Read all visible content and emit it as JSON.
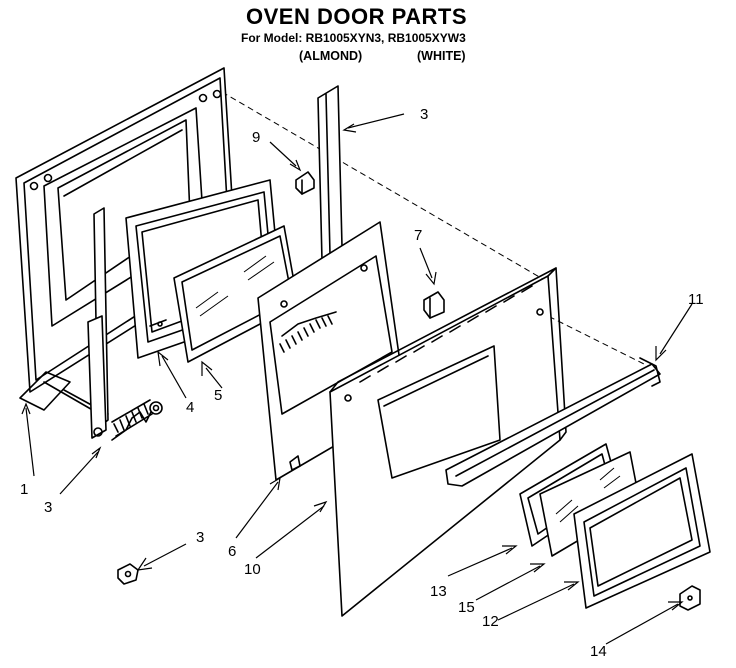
{
  "header": {
    "title": "OVEN DOOR PARTS",
    "model_line": "For Model: RB1005XYN3, RB1005XYW3",
    "color_almond": "(ALMOND)",
    "color_white": "(WHITE)"
  },
  "callouts": {
    "c1": "1",
    "c3_top": "3",
    "c3_left": "3",
    "c3_bottom": "3",
    "c4": "4",
    "c5": "5",
    "c6": "6",
    "c7": "7",
    "c9": "9",
    "c10": "10",
    "c11": "11",
    "c12": "12",
    "c13": "13",
    "c14": "14",
    "c15": "15"
  }
}
